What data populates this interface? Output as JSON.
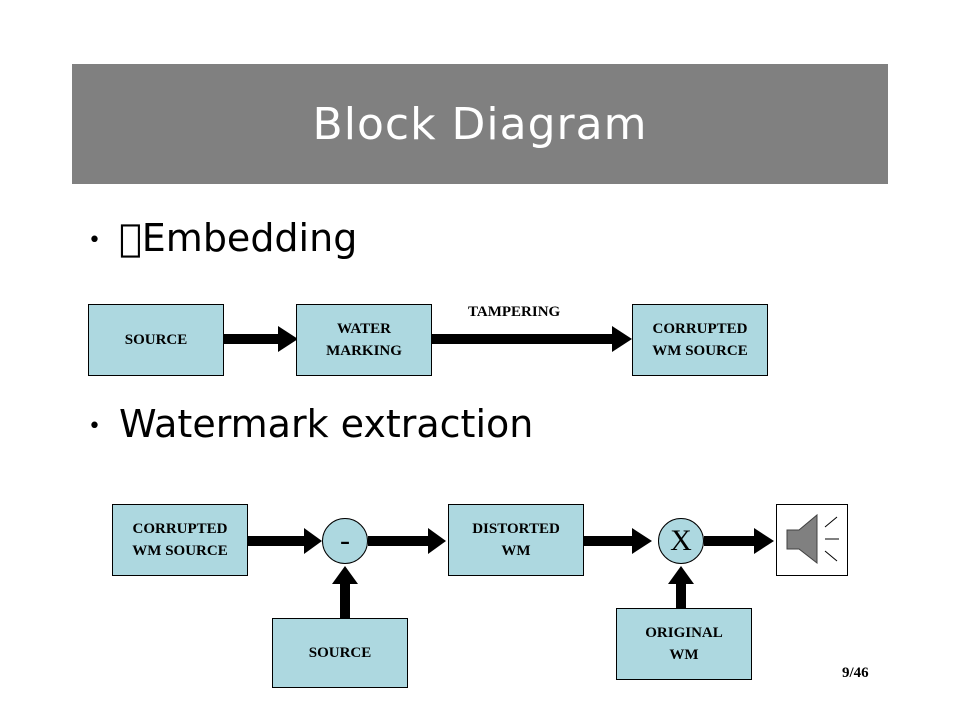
{
  "slide": {
    "title": "Block Diagram",
    "page_number": "9/46"
  },
  "bullets": [
    {
      "marker": "•",
      "text": "\u0000Embedding"
    },
    {
      "marker": "•",
      "text": "Watermark extraction"
    }
  ],
  "embedding": {
    "source": "SOURCE",
    "watermarking_line1": "WATER",
    "watermarking_line2": "MARKING",
    "tampering": "TAMPERING",
    "corrupted_line1": "CORRUPTED",
    "corrupted_line2": "WM SOURCE"
  },
  "extraction": {
    "corrupted_line1": "CORRUPTED",
    "corrupted_line2": "WM SOURCE",
    "subtract_symbol": "-",
    "source": "SOURCE",
    "distorted_line1": "DISTORTED",
    "distorted_line2": "WM",
    "multiply_symbol": "X",
    "original_line1": "ORIGINAL",
    "original_line2": "WM"
  },
  "icons": {
    "output": "speaker-icon"
  },
  "colors": {
    "title_bar": "#808080",
    "box_fill": "#add8e0"
  }
}
